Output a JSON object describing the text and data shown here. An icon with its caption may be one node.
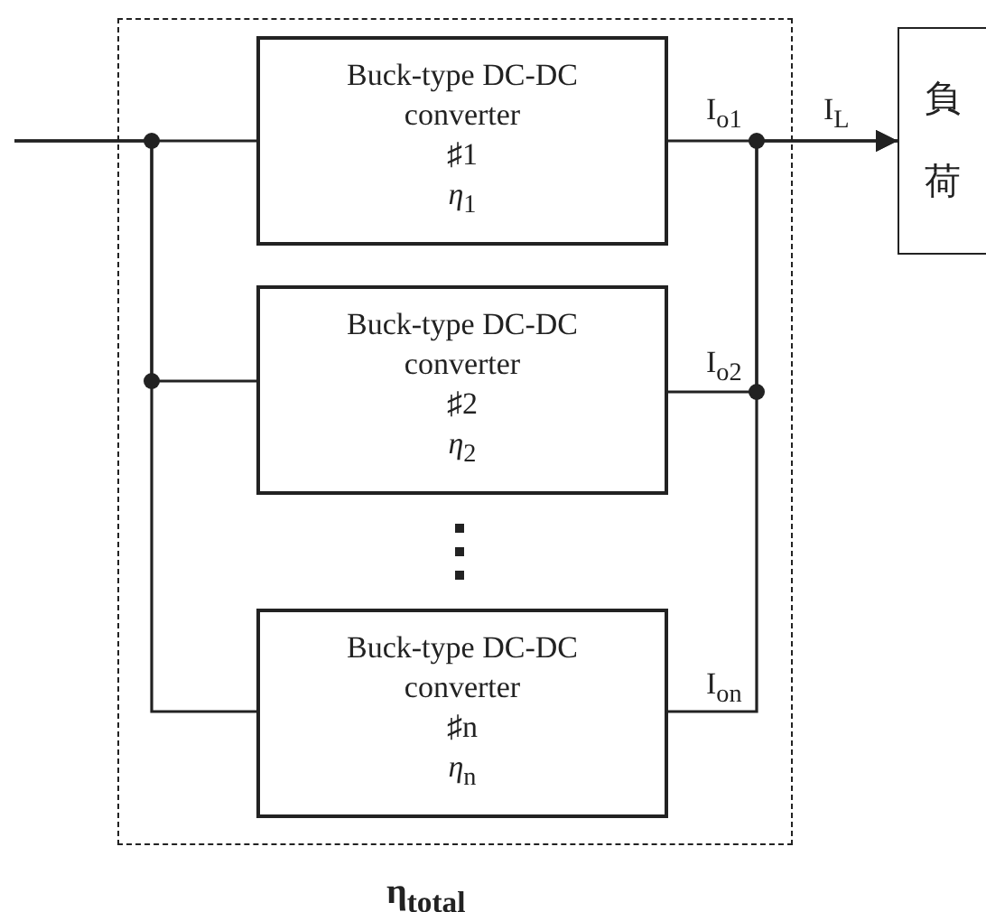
{
  "diagram": {
    "nodes": [
      {
        "text": [
          "**η**$_{total}$"
        ]
      },
      {
        "text": [
          "Buck-type DC-DC converter",
          "♯1",
          "*η*$_{1}$"
        ],
        "in": 0
      },
      {
        "text": [
          "Buck-type DC-DC converter",
          "♯2",
          "*η*$_{2}$"
        ],
        "in": 0
      },
      {
        "text": [
          "Buck-type DC-DC converter",
          "♯n",
          "*η*$_{n}$"
        ],
        "in": 0
      },
      {
        "text": [
          "負荷"
        ]
      }
    ],
    "edges": [
      {
        "from": null,
        "to": 1,
        "arrow": "none"
      },
      {
        "from": null,
        "to": 2,
        "arrow": "none"
      },
      {
        "from": null,
        "to": 3,
        "arrow": "none"
      },
      {
        "from": 1,
        "to": 4,
        "arrow": "to"
      },
      {
        "from": 2,
        "to": 4,
        "arrow": "to"
      },
      {
        "from": 3,
        "to": 4,
        "arrow": "to"
      }
    ],
    "labels": [
      "I$_{o1}$",
      "I$_{L}$",
      "I$_{o2}$",
      "I$_{on}$"
    ]
  }
}
